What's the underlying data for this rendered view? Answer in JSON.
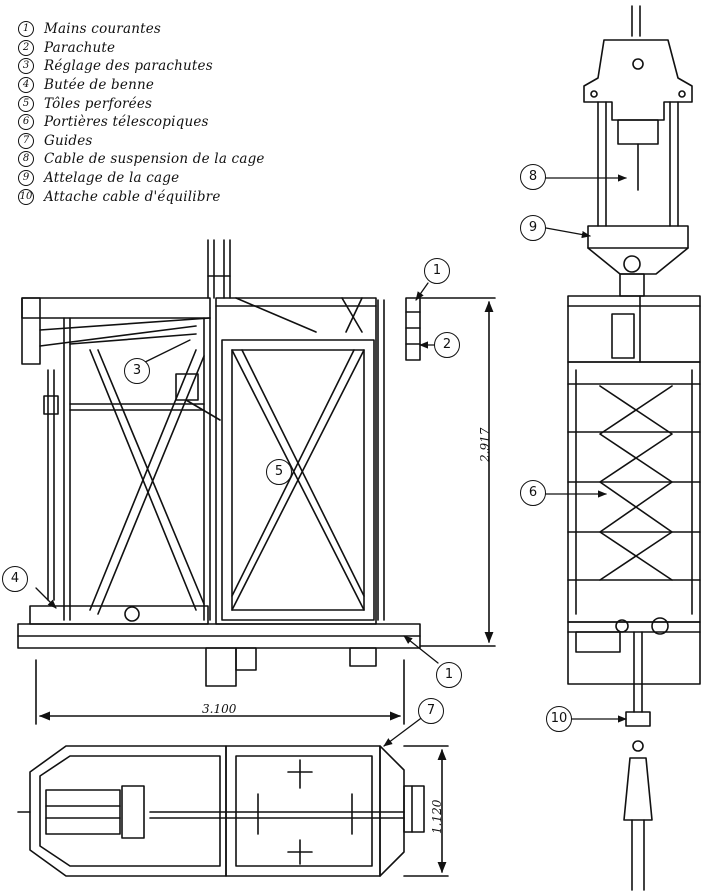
{
  "legend": [
    {
      "num": "1",
      "label": "Mains courantes"
    },
    {
      "num": "2",
      "label": "Parachute"
    },
    {
      "num": "3",
      "label": "Réglage des parachutes"
    },
    {
      "num": "4",
      "label": "Butée de benne"
    },
    {
      "num": "5",
      "label": "Tôles perforées"
    },
    {
      "num": "6",
      "label": "Portières télescopiques"
    },
    {
      "num": "7",
      "label": "Guides"
    },
    {
      "num": "8",
      "label": "Cable de suspension de la cage"
    },
    {
      "num": "9",
      "label": "Attelage de la cage"
    },
    {
      "num": "10",
      "label": "Attache cable d'équilibre"
    }
  ],
  "dimensions": {
    "height": "2.917",
    "width": "3.100",
    "depth": "1.120"
  },
  "callouts": {
    "c1a": "1",
    "c2": "2",
    "c3": "3",
    "c4": "4",
    "c5": "5",
    "c1b": "1",
    "c7": "7",
    "c8": "8",
    "c9": "9",
    "c6": "6",
    "c10": "10"
  }
}
